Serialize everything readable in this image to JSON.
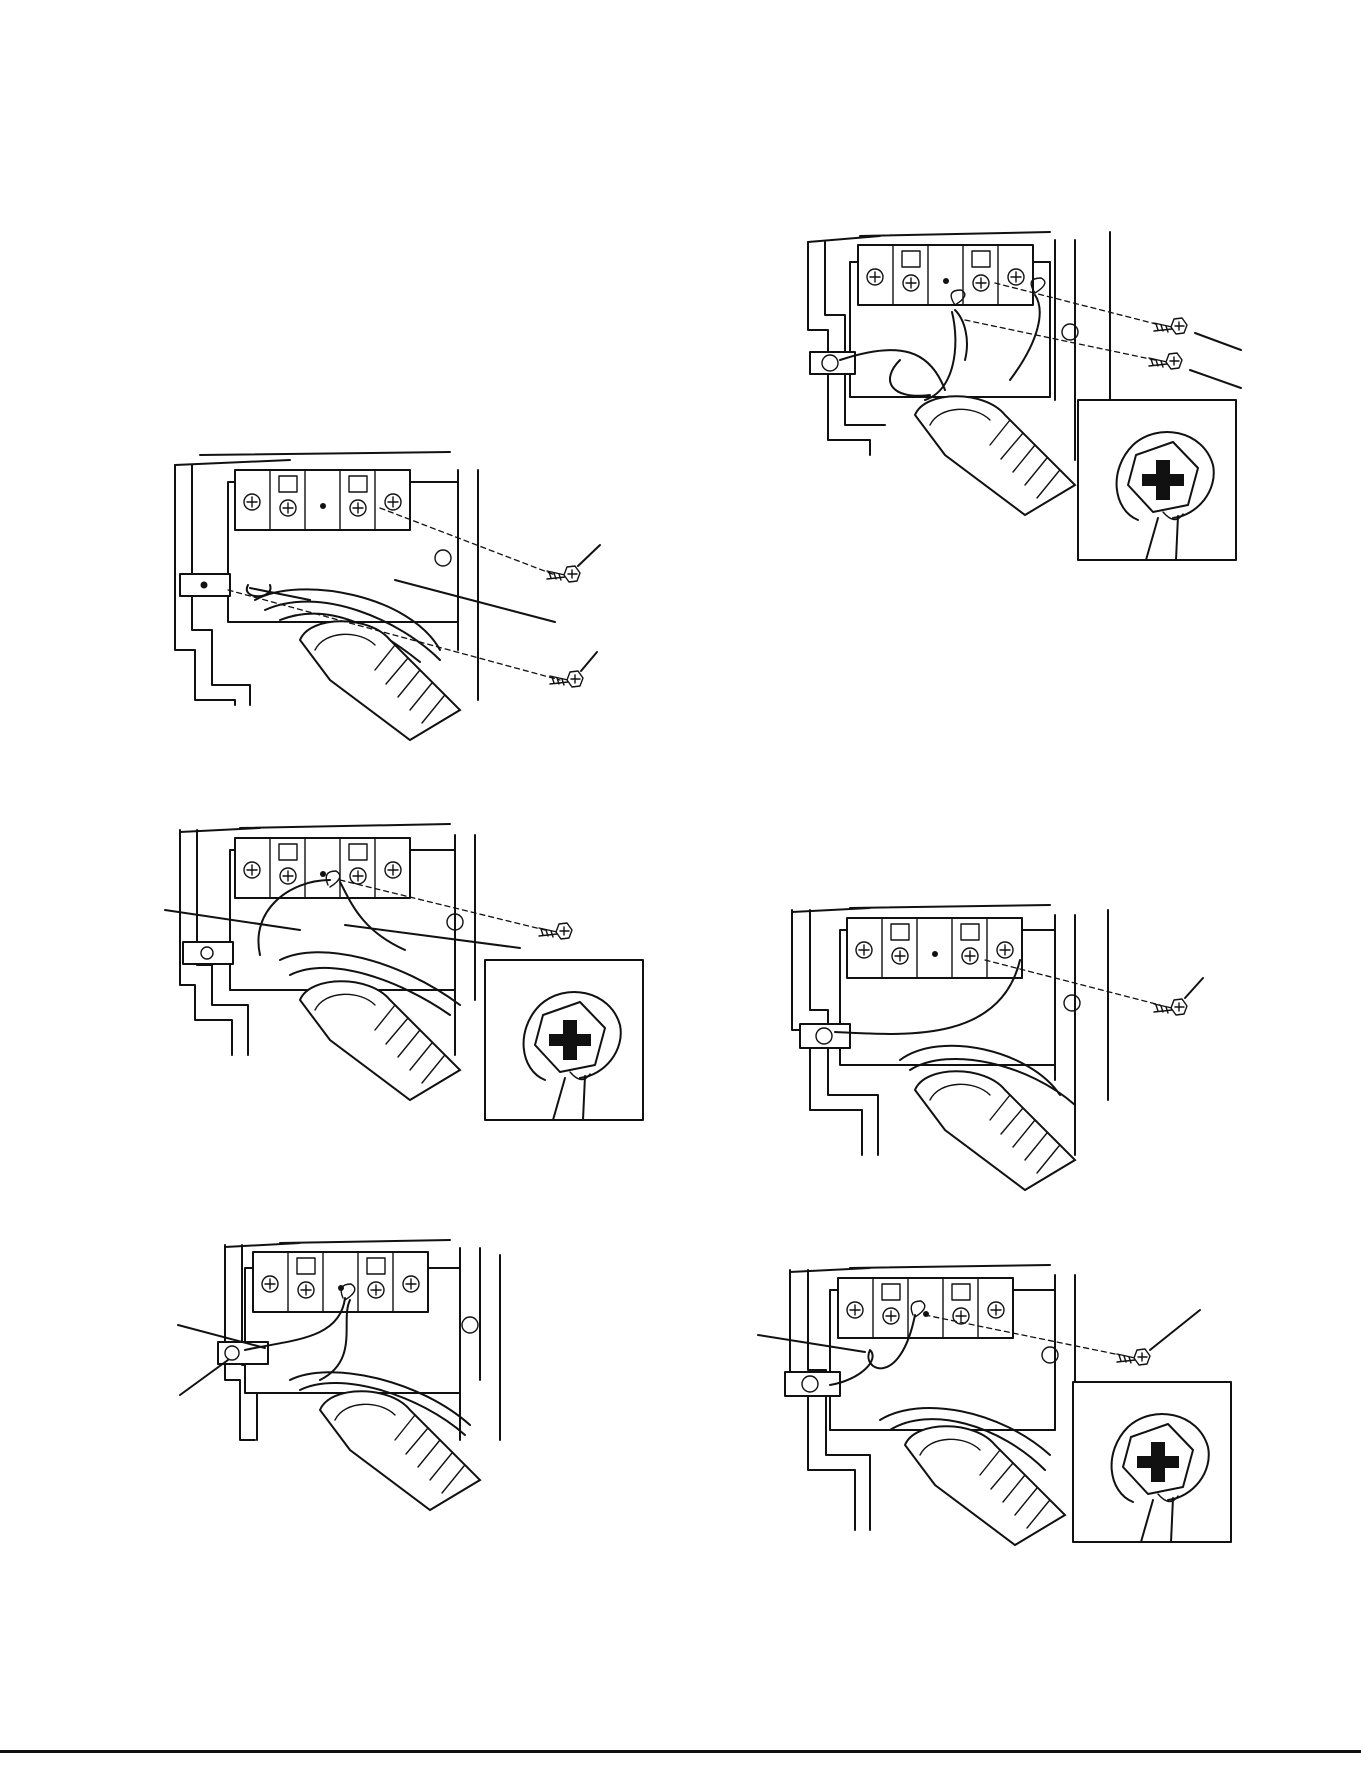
{
  "page": {
    "title": "",
    "footer": ""
  },
  "figures": [
    {
      "id": "fig-top-left",
      "label": ""
    },
    {
      "id": "fig-top-right",
      "label": ""
    },
    {
      "id": "fig-mid-left",
      "label": ""
    },
    {
      "id": "fig-mid-right",
      "label": ""
    },
    {
      "id": "fig-bottom-left",
      "label": ""
    },
    {
      "id": "fig-bottom-right",
      "label": ""
    }
  ],
  "icons": [
    "terminal-block-icon",
    "screw-icon",
    "ring-terminal-icon",
    "hose-icon"
  ]
}
